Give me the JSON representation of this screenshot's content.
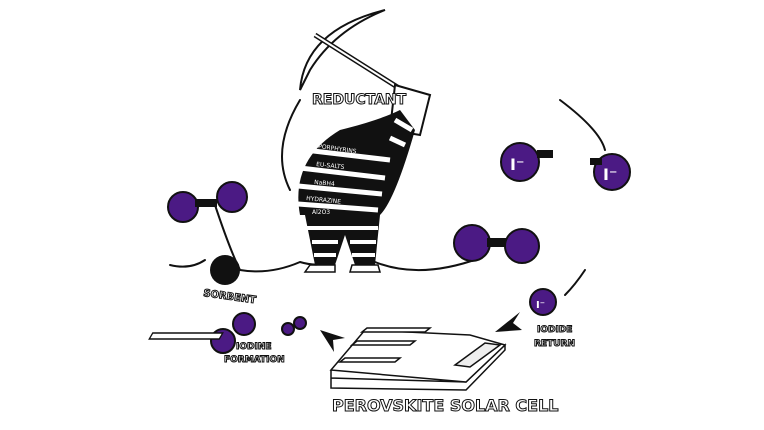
{
  "labels": {
    "reductant": "REDUCTANT",
    "sorbent": "SORBENT",
    "iodine_formation_1": "IODINE",
    "iodine_formation_2": "FORMATION",
    "iodide_return_1": "IODIDE",
    "iodide_return_2": "RETURN",
    "solar_cell": "PEROVSKITE SOLAR CELL"
  },
  "shirt_stripes": [
    "PORPHYRINS",
    "EU-SALTS",
    "NaBH4",
    "HYDRAZINE",
    "Al2O3"
  ],
  "ions": [
    "I⁻",
    "I⁻",
    "I⁻"
  ],
  "colors": {
    "iodine": "#4b1a84",
    "ink": "#111111"
  }
}
